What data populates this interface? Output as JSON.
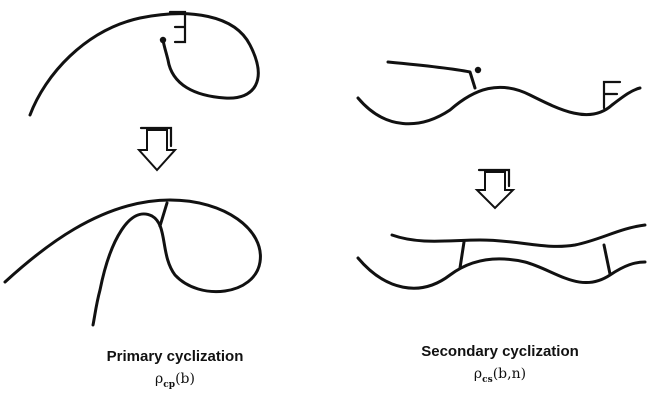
{
  "panels": {
    "primary": {
      "title": "Primary cyclization",
      "symbol": "ρ",
      "subscript": "cp",
      "argument": "(b)"
    },
    "secondary": {
      "title": "Secondary cyclization",
      "symbol": "ρ",
      "subscript": "cs",
      "argument": "(b,n)"
    }
  },
  "colors": {
    "stroke": "#111111",
    "arrow_fill": "#ffffff"
  },
  "icons": {
    "transition_arrow": "hollow-down-arrow-icon"
  }
}
